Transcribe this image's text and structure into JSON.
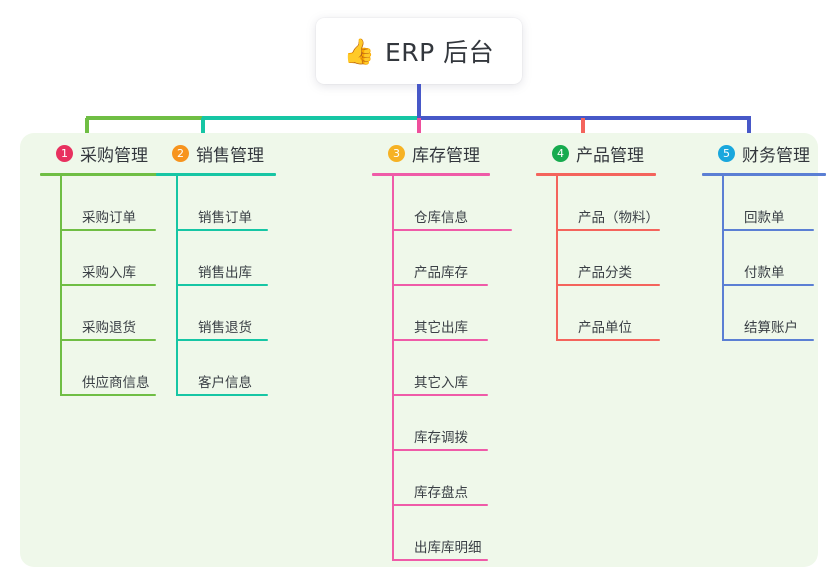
{
  "root": {
    "emoji": "👍",
    "emoji_name": "thumbs-up-icon",
    "title": "ERP 后台"
  },
  "colors": {
    "panel_bg": "#eff8ea",
    "page_bg": "#ffffff",
    "text": "#33373d",
    "trunk": "#4758c8",
    "bar_green": "#6fbe44",
    "bar_teal": "#16c6a4",
    "bar_blue": "#4758c8"
  },
  "columns": [
    {
      "index": "1",
      "title": "采购管理",
      "badge_color": "#e8315f",
      "line_color": "#6fbe44",
      "connector_color": "#6fbe44",
      "items": [
        {
          "label": "采购订单"
        },
        {
          "label": "采购入库"
        },
        {
          "label": "采购退货"
        },
        {
          "label": "供应商信息"
        }
      ]
    },
    {
      "index": "2",
      "title": "销售管理",
      "badge_color": "#f7941e",
      "line_color": "#16c6a4",
      "connector_color": "#16c6a4",
      "items": [
        {
          "label": "销售订单"
        },
        {
          "label": "销售出库"
        },
        {
          "label": "销售退货"
        },
        {
          "label": "客户信息"
        }
      ]
    },
    {
      "index": "3",
      "title": "库存管理",
      "badge_color": "#f6b224",
      "line_color": "#ef5ba8",
      "connector_color": "#ef4f9c",
      "items": [
        {
          "label": "仓库信息"
        },
        {
          "label": "产品库存"
        },
        {
          "label": "其它出库"
        },
        {
          "label": "其它入库"
        },
        {
          "label": "库存调拨"
        },
        {
          "label": "库存盘点"
        },
        {
          "label": "出库库明细"
        }
      ]
    },
    {
      "index": "4",
      "title": "产品管理",
      "badge_color": "#17ab4f",
      "line_color": "#f4645c",
      "connector_color": "#f4645c",
      "items": [
        {
          "label": "产品（物料）"
        },
        {
          "label": "产品分类"
        },
        {
          "label": "产品单位"
        }
      ]
    },
    {
      "index": "5",
      "title": "财务管理",
      "badge_color": "#19a7dd",
      "line_color": "#5b7fd4",
      "connector_color": "#4758c8",
      "items": [
        {
          "label": "回款单"
        },
        {
          "label": "付款单"
        },
        {
          "label": "结算账户"
        }
      ]
    }
  ]
}
